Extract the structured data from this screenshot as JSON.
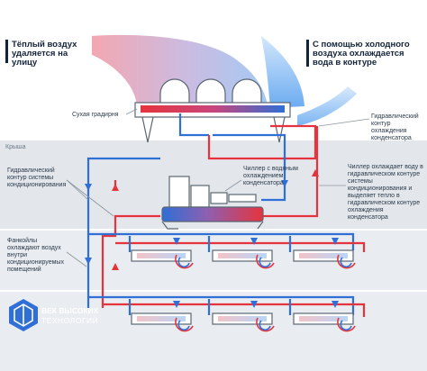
{
  "header": {
    "left": "Тёплый воздух удаляется на улицу",
    "right": "С помощью холодного воздуха охлаждается вода в контуре"
  },
  "labels": {
    "dry_cooler": "Сухая градирня",
    "roof": "Крыша",
    "hyd_condenser": "Гидравлический контур охлаждения конденсатора",
    "hyd_ac": "Гидравлический контур системы кондиционирования",
    "chiller": "Чиллер с водяным охлаждением конденсатора",
    "chiller_desc": "Чиллер охлаждает воду в гидравлическом контуре системы кондиционирования и выделяет тепло в гидравлическом контуре охлаждения конденсатора",
    "fancoils": "Фанкойлы охлаждают воздух внутри кондиционируемых помещений"
  },
  "logo": {
    "line1": "ВЕК ВЫСОКИХ",
    "line2": "ТЕХНОЛОГИЙ"
  },
  "colors": {
    "hot": "#e5343d",
    "cold": "#2f6fd6",
    "gray": "#8a949e",
    "panel": "#dde2e7",
    "header_bg": "#ffffff"
  }
}
